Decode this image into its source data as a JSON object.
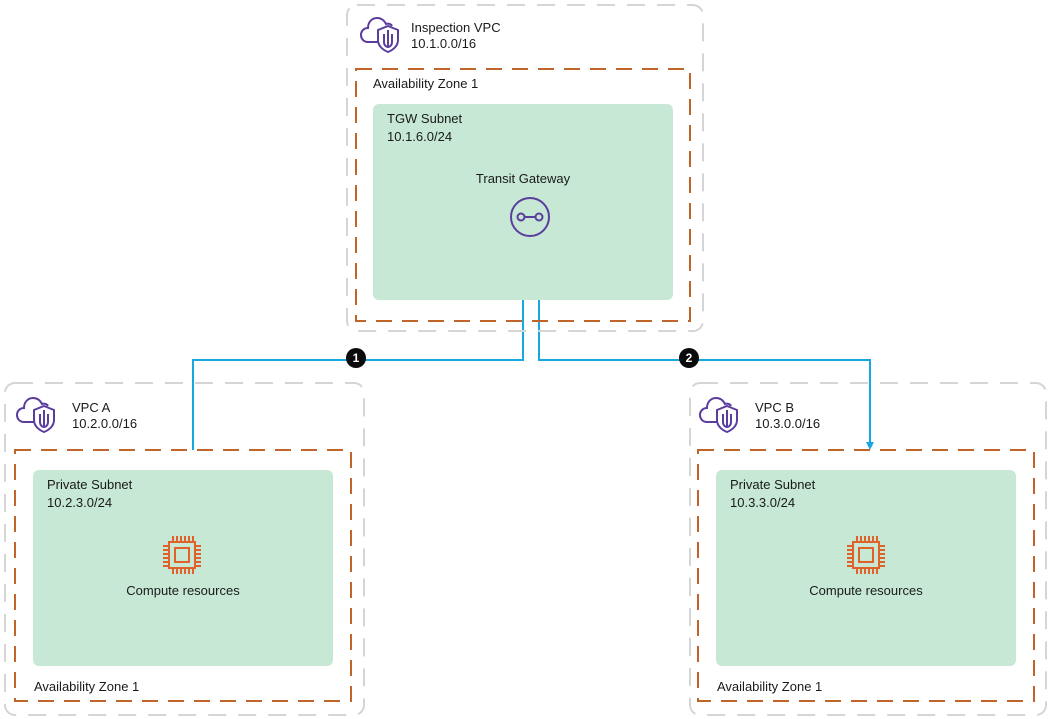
{
  "diagram": {
    "colors": {
      "vpc_border": "#d5d5d5",
      "az_border": "#c0652a",
      "subnet_fill": "#c6e8d4",
      "icon_purple": "#5b3d9e",
      "compute_orange": "#e0622a",
      "flow_line": "#16a8e0",
      "badge": "#0b0b0b"
    },
    "inspection_vpc": {
      "name": "Inspection VPC",
      "cidr": "10.1.0.0/16",
      "az": "Availability Zone 1",
      "subnet": {
        "name": "TGW Subnet",
        "cidr": "10.1.6.0/24",
        "resource": "Transit Gateway",
        "resource_icon": "transit-gateway-icon"
      }
    },
    "vpc_a": {
      "name": "VPC A",
      "cidr": "10.2.0.0/16",
      "az": "Availability Zone 1",
      "subnet": {
        "name": "Private Subnet",
        "cidr": "10.2.3.0/24",
        "resource": "Compute resources",
        "resource_icon": "compute-chip-icon"
      }
    },
    "vpc_b": {
      "name": "VPC B",
      "cidr": "10.3.0.0/16",
      "az": "Availability Zone 1",
      "subnet": {
        "name": "Private Subnet",
        "cidr": "10.3.3.0/24",
        "resource": "Compute resources",
        "resource_icon": "compute-chip-icon"
      }
    },
    "flows": [
      {
        "step": "1",
        "from": "VPC A",
        "to": "Transit Gateway"
      },
      {
        "step": "2",
        "from": "Transit Gateway",
        "to": "VPC B"
      }
    ]
  }
}
